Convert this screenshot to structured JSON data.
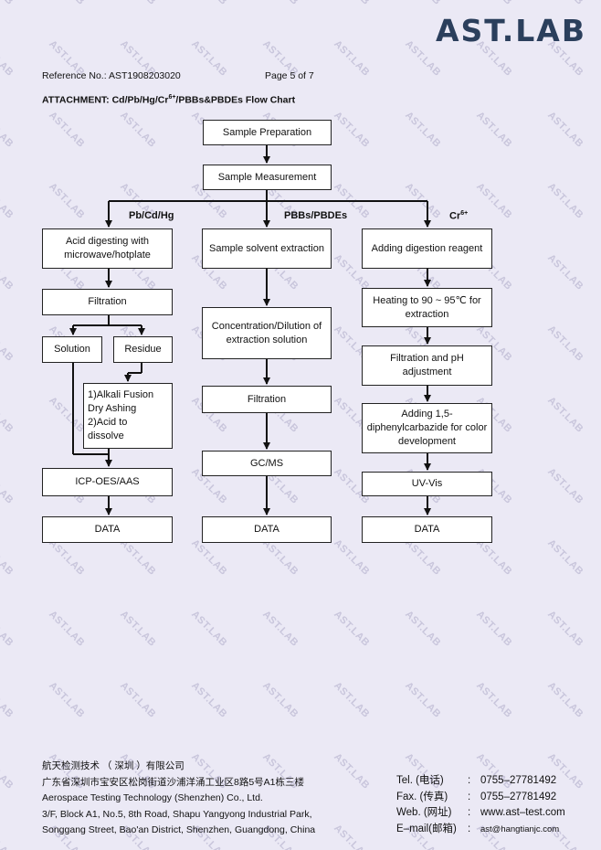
{
  "header": {
    "logo": "AST.LAB",
    "reference": "Reference No.: AST1908203020",
    "page": "Page 5 of  7",
    "attachment_pre": "ATTACHMENT: Cd/Pb/Hg/Cr",
    "attachment_sup": "6+",
    "attachment_post": "/PBBs&PBDEs Flow Chart"
  },
  "flow": {
    "prep": "Sample Preparation",
    "measure": "Sample Measurement",
    "branch_a": "Pb/Cd/Hg",
    "branch_b": "PBBs/PBDEs",
    "branch_c_main": "Cr",
    "branch_c_sup": "6+",
    "a1": "Acid digesting with microwave/hotplate",
    "a2": "Filtration",
    "a_solution": "Solution",
    "a_residue": "Residue",
    "a_alkali": "1)Alkali Fusion\nDry Ashing\n2)Acid to\ndissolve",
    "a_icp": "ICP-OES/AAS",
    "a_data": "DATA",
    "b1": "Sample solvent extraction",
    "b2": "Concentration/Dilution of extraction solution",
    "b3": "Filtration",
    "b4": "GC/MS",
    "b_data": "DATA",
    "c1": "Adding digestion reagent",
    "c2": "Heating to 90 ~ 95℃ for extraction",
    "c3": "Filtration and pH adjustment",
    "c4": "Adding 1,5-diphenylcarbazide for color development",
    "c5": "UV-Vis",
    "c_data": "DATA"
  },
  "footer": {
    "company_cn": "航天检测技术 （ 深圳 ）有限公司",
    "address_cn": "广东省深圳市宝安区松岗街道沙浦洋涌工业区8路5号A1栋三楼",
    "company_en": "Aerospace Testing Technology (Shenzhen) Co., Ltd.",
    "address_en1": "3/F, Block A1, No.5, 8th Road, Shapu Yangyong Industrial Park,",
    "address_en2": "Songgang Street, Bao'an District, Shenzhen, Guangdong, China",
    "tel_label": "Tel. (电话)",
    "tel": "0755–27781492",
    "fax_label": "Fax. (传真)",
    "fax": "0755–27781492",
    "web_label": "Web. (网址)",
    "web": "www.ast–test.com",
    "email_label": "E–mail(邮箱)",
    "email": "ast@hangtianjc.com"
  },
  "watermark_text": "AST.LAB",
  "colors": {
    "background": "#ebe9f5",
    "logo": "#2b3f5c",
    "watermark": "#c9c6dc"
  }
}
